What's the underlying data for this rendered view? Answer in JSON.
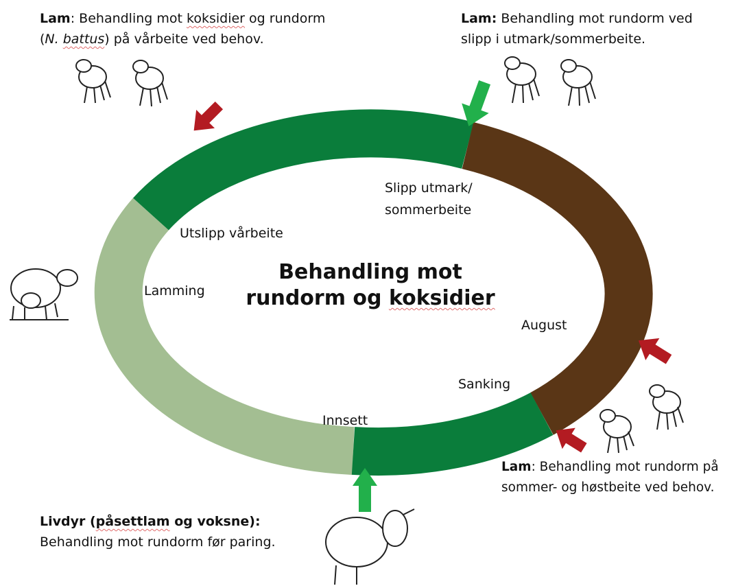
{
  "center_title": {
    "line1": "Behandling mot",
    "line2_a": "rundorm og ",
    "line2_b": "koksidier"
  },
  "stages": {
    "utslipp": "Utslipp vårbeite",
    "lamming": "Lamming",
    "slipp_line1": "Slipp utmark/",
    "slipp_line2": "sommerbeite",
    "august": "August",
    "sanking": "Sanking",
    "innsett": "Innsett"
  },
  "notes": {
    "top_left": {
      "bold": "Lam",
      "t1": ": Behandling mot ",
      "t2": "koksidier",
      "t3": " og rundorm",
      "t4": "(",
      "t5_italic": "N. ",
      "t6_italic": "battus",
      "t7": ")",
      "t8": " på vårbeite ved behov."
    },
    "top_right": {
      "bold": "Lam:",
      "t1": " Behandling mot rundorm ved",
      "line2": "slipp i utmark/sommerbeite."
    },
    "bottom_right": {
      "bold": "Lam",
      "t1": ": Behandling mot rundorm på",
      "line2": "sommer- og høstbeite ved behov."
    },
    "bottom_left": {
      "bold_a": "Livdyr (",
      "bold_b": "påsettlam",
      "bold_c": " og voksne):",
      "line2": "Behandling mot rundorm før paring."
    }
  },
  "colors": {
    "dark_green": "#0a7d3b",
    "light_green": "#a3be92",
    "brown": "#5a3616",
    "red_arrow": "#b31b22",
    "green_arrow": "#22b04b"
  }
}
